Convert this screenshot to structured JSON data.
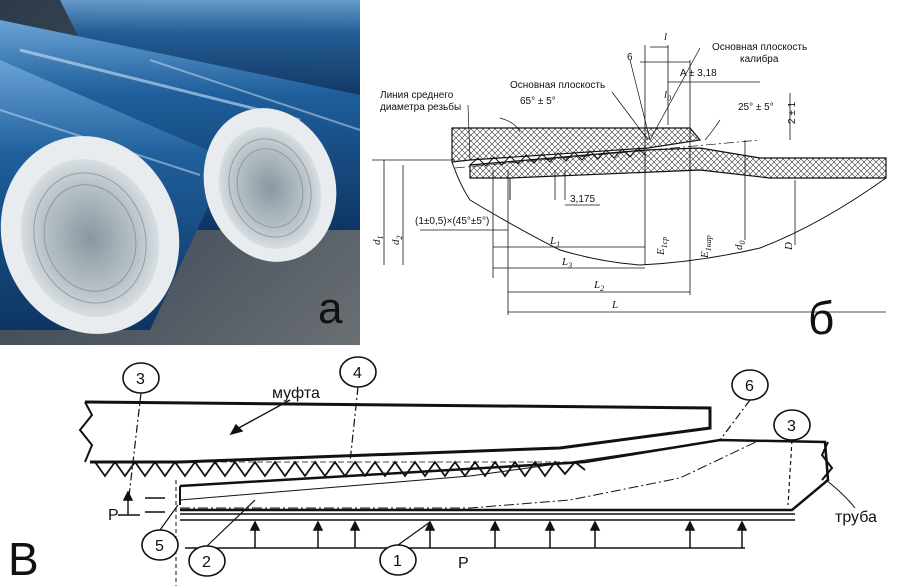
{
  "panel_labels": {
    "a": "а",
    "b": "б",
    "c": "В"
  },
  "panel_b": {
    "thread_line_label_1": "Линия среднего",
    "thread_line_label_2": "диаметра резьбы",
    "main_plane": "Основная плоскость",
    "gauge_plane_1": "Основная плоскость",
    "gauge_plane_2": "калибра",
    "angle_65": "65° ± 5°",
    "angle_25": "25° ± 5°",
    "dim_6": "6",
    "dim_l": "l",
    "dim_l0": "l",
    "dim_l0_sub": "0",
    "dim_A": "A ± 3,18",
    "dim_2": "2 ± 1",
    "dim_3175": "3,175",
    "chamfer": "(1±0,5)×(45°±5°)",
    "d1": "d",
    "d1_sub": "1",
    "d2": "d",
    "d2_sub": "2",
    "e1cp": "E",
    "e1cp_sub": "1ср",
    "e1nar": "E",
    "e1nar_sub": "1нар",
    "d0": "d",
    "d0_sub": "0",
    "D": "D",
    "L1": "L",
    "L1_sub": "1",
    "L3": "L",
    "L3_sub": "3",
    "L2": "L",
    "L2_sub": "2",
    "L": "L"
  },
  "panel_c": {
    "coupling": "муфта",
    "pipe": "труба",
    "pressure": "P",
    "pressure_small": "P",
    "callouts": [
      "1",
      "2",
      "3",
      "3",
      "4",
      "5",
      "6"
    ]
  },
  "colors": {
    "pipe_blue": "#1f5f9c",
    "liner_white": "#e8ecef",
    "ink": "#111111"
  }
}
